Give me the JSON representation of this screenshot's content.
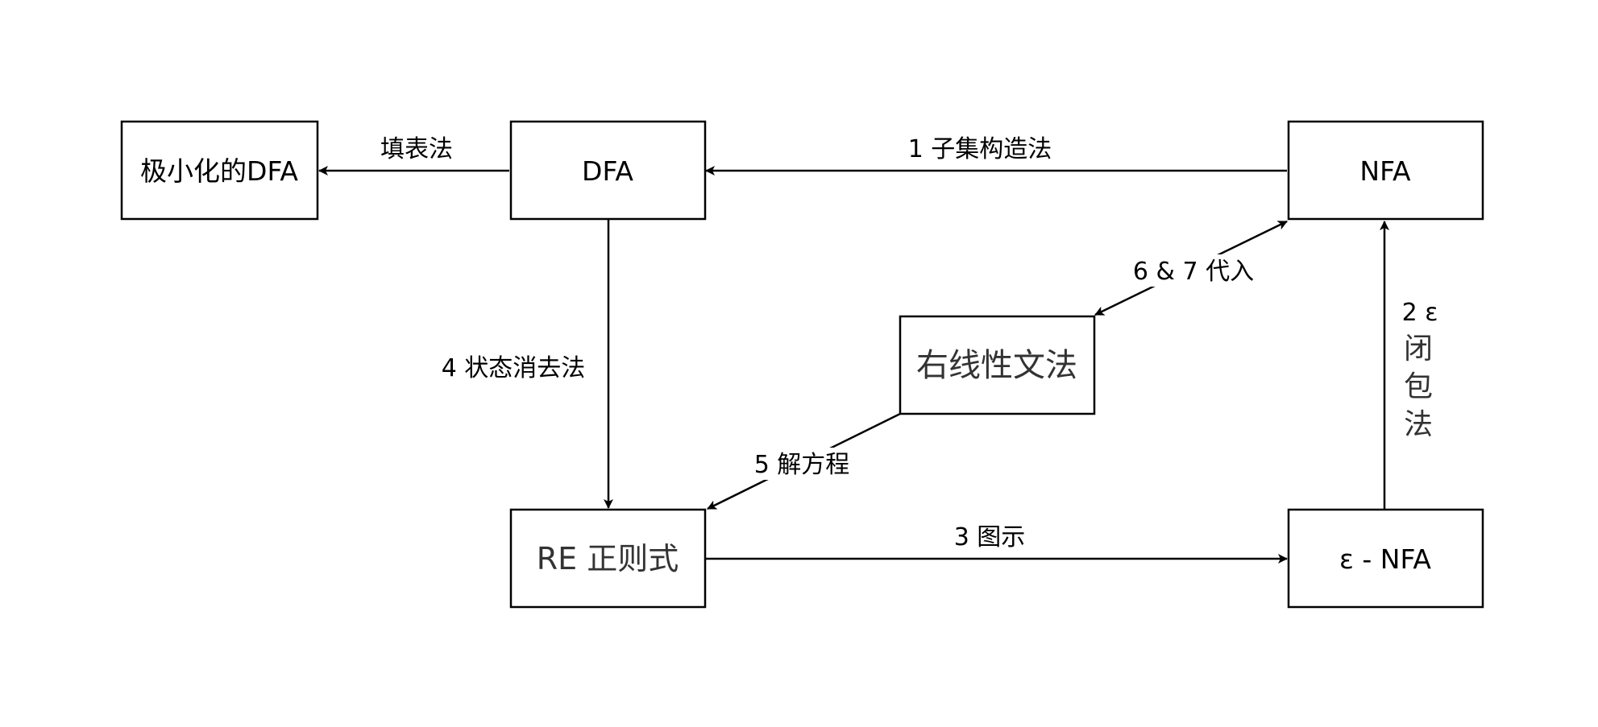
{
  "nodes": {
    "min_dfa": "极小化的DFA",
    "dfa": "DFA",
    "nfa": "NFA",
    "right_linear_grammar": "右线性文法",
    "regex": "RE 正则式",
    "epsilon_nfa": "ε - NFA"
  },
  "edges": {
    "dfa_to_min_dfa": "填表法",
    "nfa_to_dfa": "1 子集构造法",
    "epsilon_nfa_to_nfa": [
      "2 ε",
      "闭",
      "包",
      "法"
    ],
    "regex_to_epsilon_nfa": "3 图示",
    "dfa_to_regex": "4 状态消去法",
    "grammar_to_regex": "5 解方程",
    "grammar_nfa_bidirectional": "6 & 7 代入"
  },
  "colors": {
    "stroke": "#000000",
    "node_fill": "#ffffff",
    "large_text": "#333333"
  }
}
